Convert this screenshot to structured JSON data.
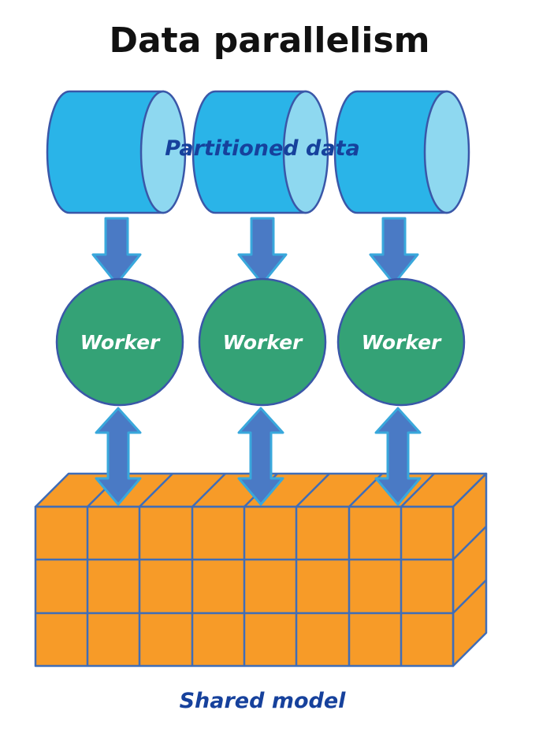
{
  "title": "Data parallelism",
  "labels": {
    "partitioned_data": "Partitioned data",
    "shared_model": "Shared model"
  },
  "workers": [
    {
      "label": "Worker"
    },
    {
      "label": "Worker"
    },
    {
      "label": "Worker"
    }
  ],
  "colors": {
    "title_color": "#111111",
    "cylinder_body": "#2ab4e8",
    "cylinder_end": "#8ed8f0",
    "shape_outline": "#3a57a8",
    "arrow_fill": "#4a7ac5",
    "arrow_outline": "#39a8dc",
    "worker_fill": "#34a276",
    "worker_text": "#ffffff",
    "block_fill": "#f79b28",
    "block_grid": "#3f6db8",
    "label_blue": "#16419c"
  }
}
